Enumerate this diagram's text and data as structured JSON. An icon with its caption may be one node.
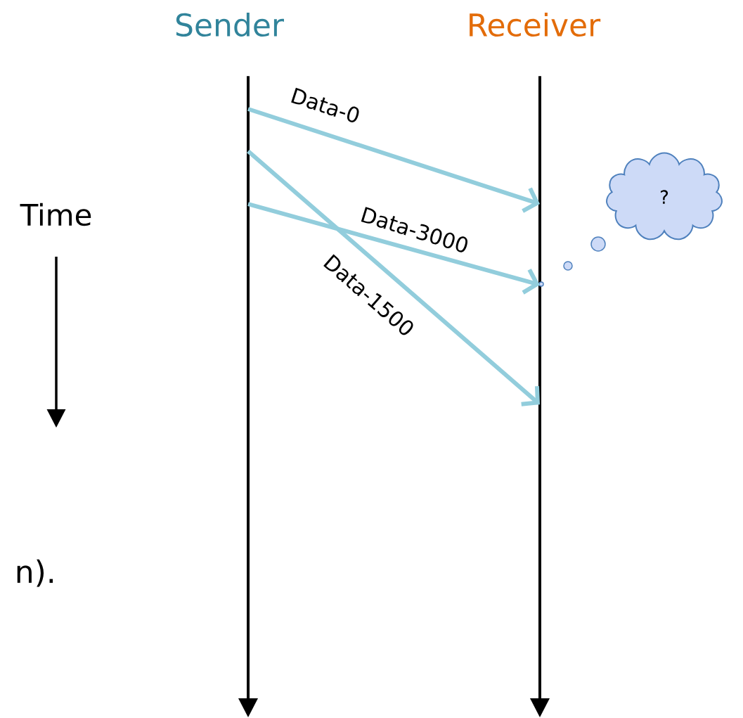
{
  "diagram": {
    "nodes": [
      {
        "text": [
          "Sender"
        ]
      },
      {
        "text": [
          "Receiver"
        ]
      },
      {
        "text": [],
        "shape": "bar"
      },
      {
        "text": [],
        "shape": "bar"
      },
      {
        "text": [
          "?"
        ]
      },
      {
        "text": [
          "Time"
        ]
      }
    ],
    "edges": [
      {
        "from": 2,
        "to": 3,
        "arrow": "to",
        "label": "Data-0"
      },
      {
        "from": 2,
        "to": 3,
        "arrow": "to",
        "label": "Data-1500"
      },
      {
        "from": 2,
        "to": 3,
        "arrow": "to",
        "label": "Data-3000"
      }
    ],
    "labels": [
      "n)."
    ]
  }
}
